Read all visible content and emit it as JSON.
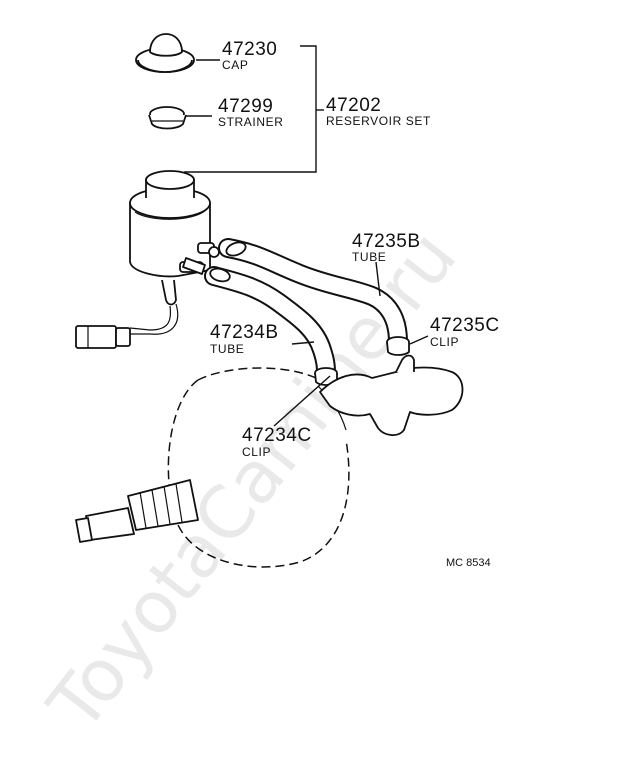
{
  "diagram": {
    "reference_code": "MC 8534",
    "watermark": "ToyotaCamine.ru",
    "parts": [
      {
        "number": "47230",
        "name": "CAP"
      },
      {
        "number": "47299",
        "name": "STRAINER"
      },
      {
        "number": "47202",
        "name": "RESERVOIR SET"
      },
      {
        "number": "47235B",
        "name": "TUBE"
      },
      {
        "number": "47235C",
        "name": "CLIP"
      },
      {
        "number": "47234B",
        "name": "TUBE"
      },
      {
        "number": "47234C",
        "name": "CLIP"
      }
    ]
  }
}
